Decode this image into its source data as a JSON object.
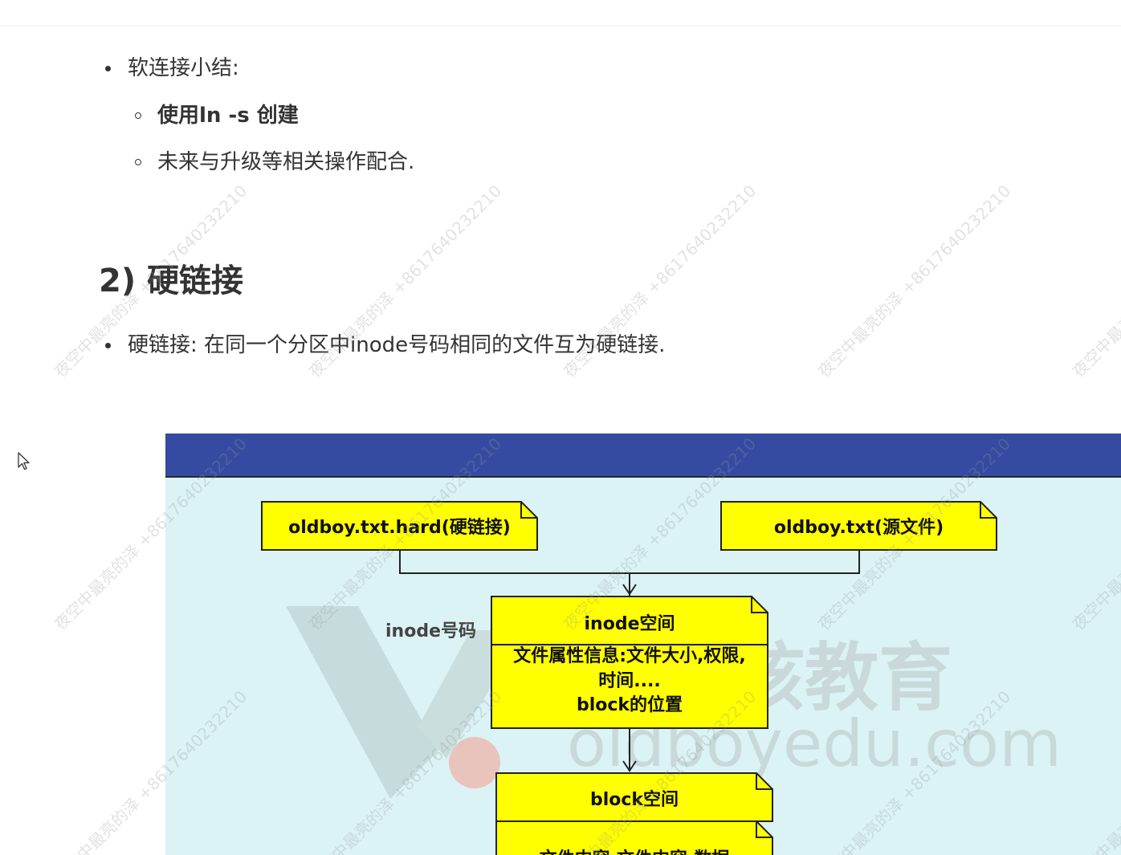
{
  "content": {
    "softlink_summary": "软连接小结:",
    "sub_items": [
      "使用ln -s 创建",
      "未来与升级等相关操作配合."
    ],
    "heading": "2) 硬链接",
    "hardlink_definition": "硬链接: 在同一个分区中inode号码相同的文件互为硬链接."
  },
  "diagram": {
    "hard_file": "oldboy.txt.hard(硬链接)",
    "source_file": "oldboy.txt(源文件)",
    "inode_number_label": "inode号码",
    "inode_space": "inode空间",
    "inode_info_line1": "文件属性信息:文件大小,权限,",
    "inode_info_line2": "时间....",
    "inode_info_line3": "block的位置",
    "block_space": "block空间",
    "block_content_partial": "文件内容,文件内容,数据",
    "logo_text": "老男孩教育",
    "logo_url": "oldboyedu.com"
  },
  "watermark": "夜空中最亮的泽 +8617640232210",
  "colors": {
    "header": "#344ba1",
    "diagram_bg": "#dbf3f5",
    "note_fill": "#ffff00",
    "text": "#333333"
  }
}
